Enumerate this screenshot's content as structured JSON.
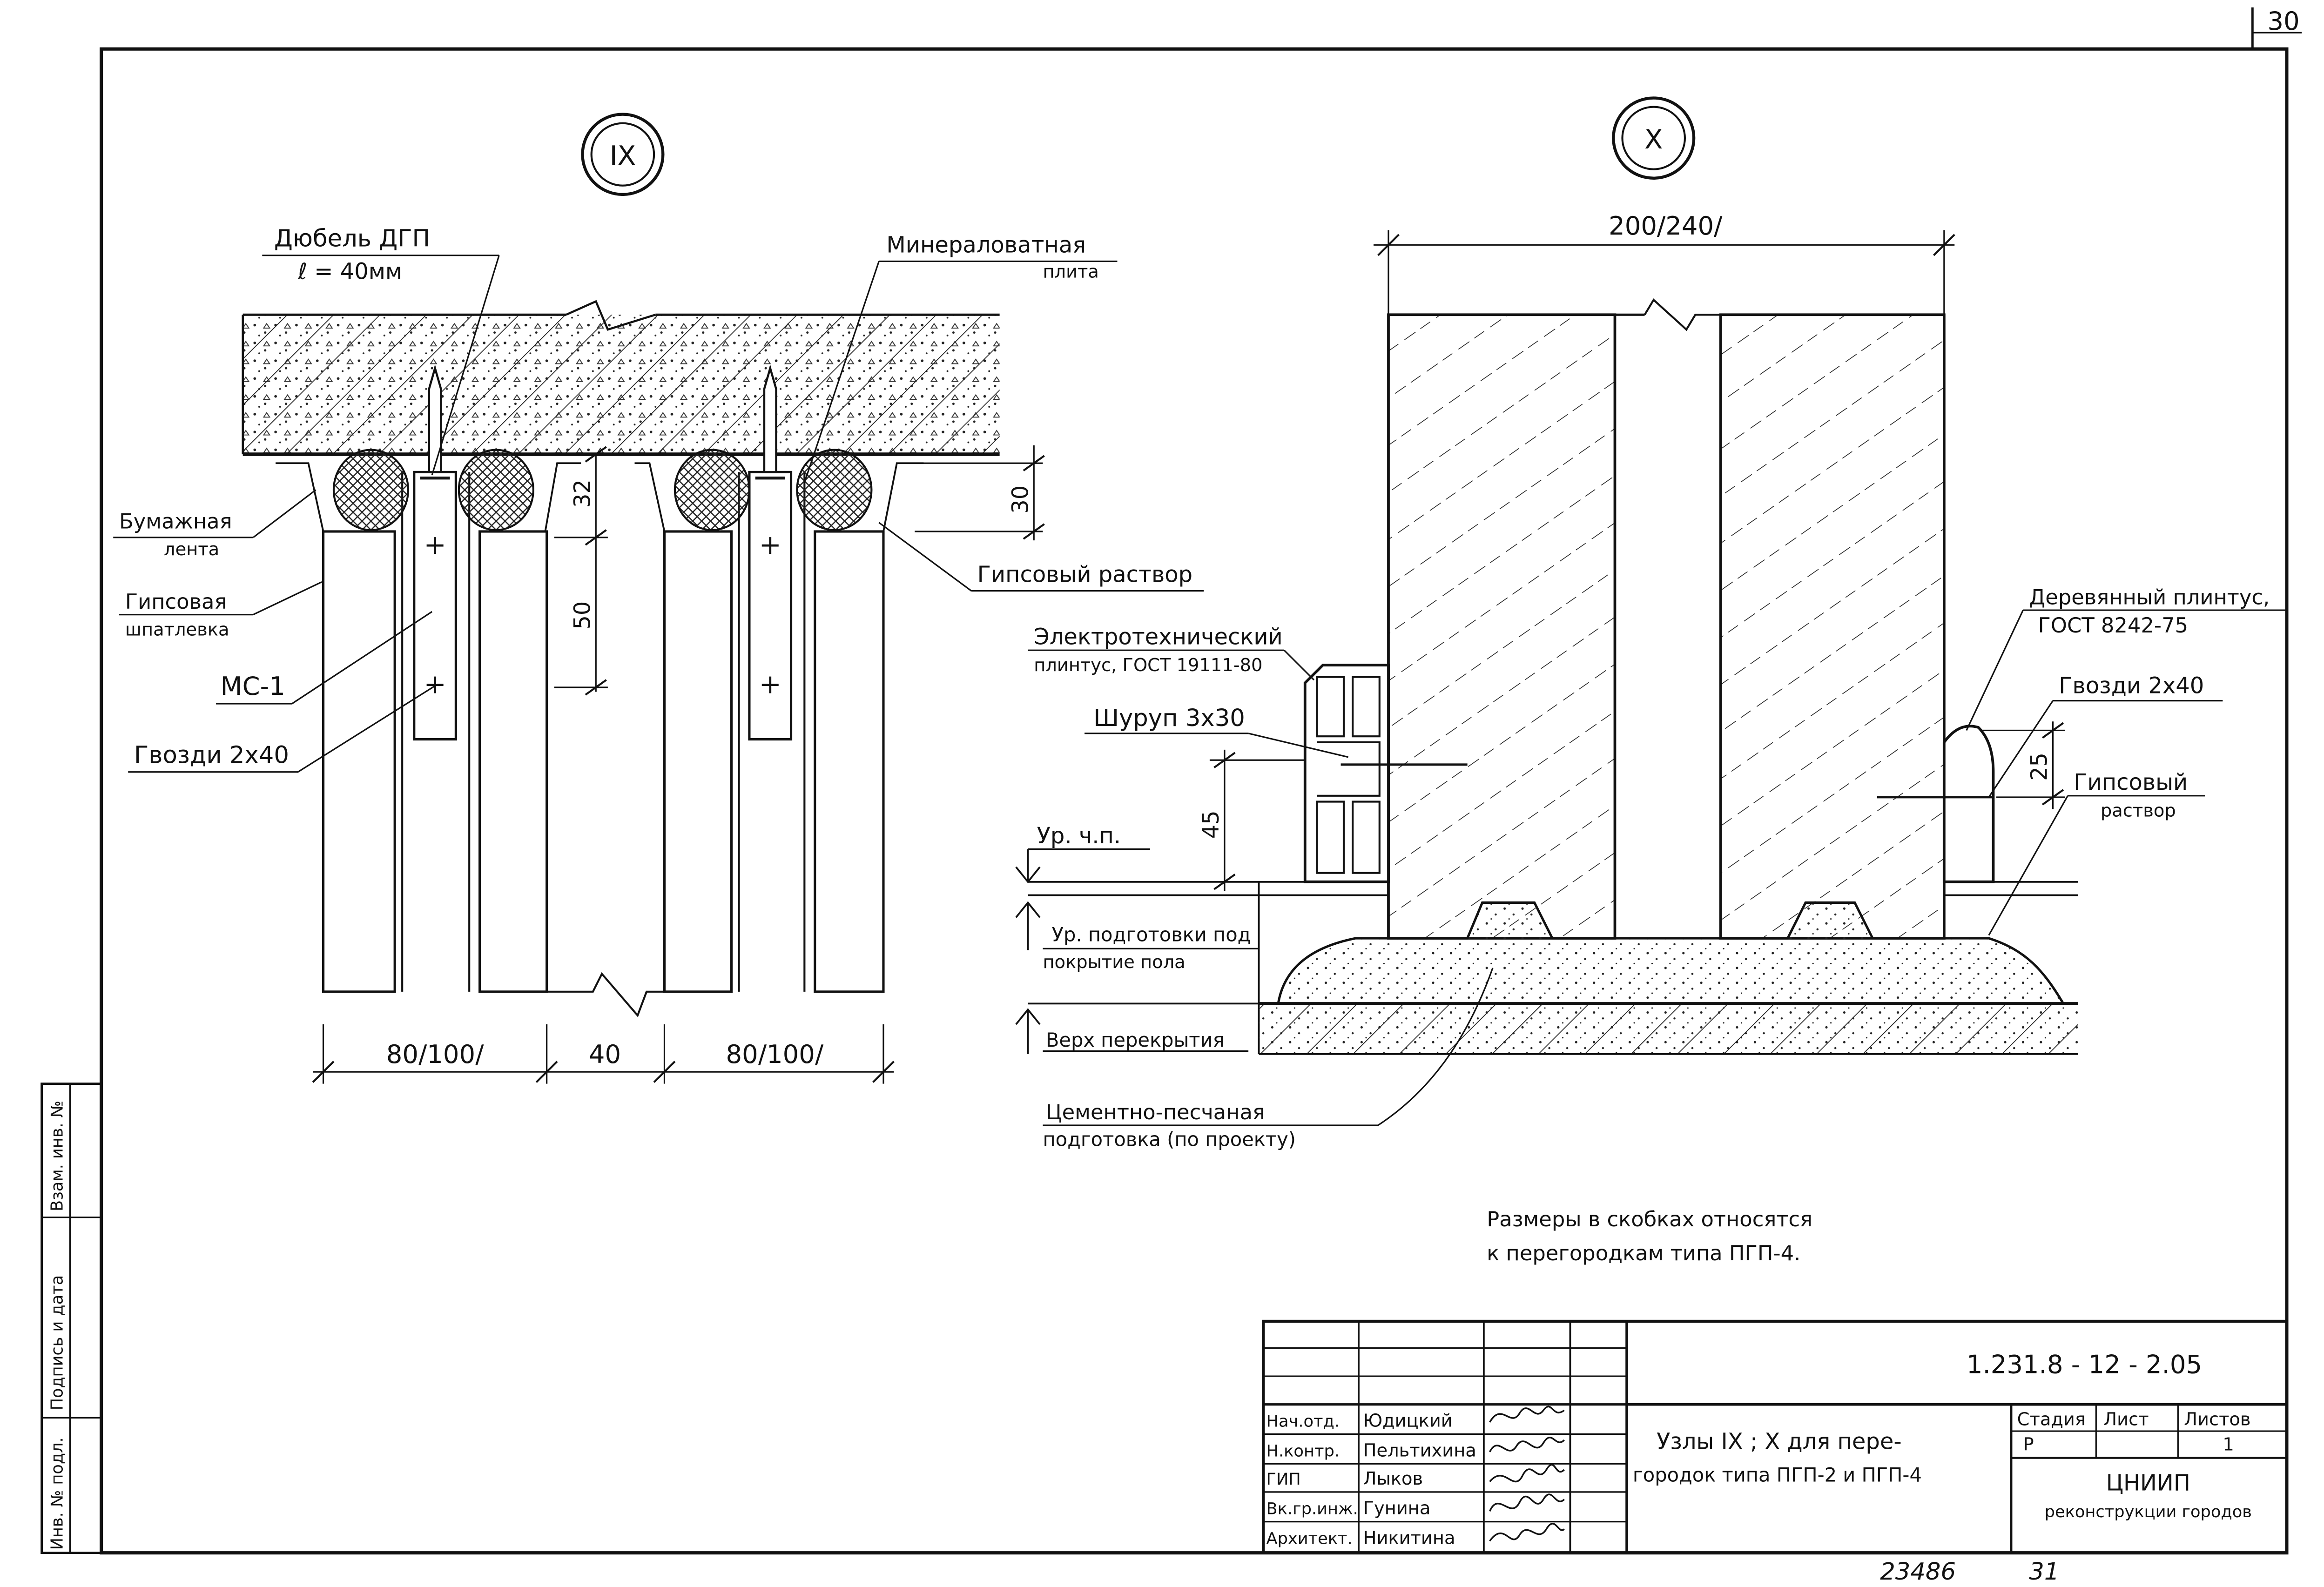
{
  "sheet_number": "30",
  "node_ix": {
    "marker": "IX",
    "dowel_label": "Дюбель ДГП",
    "dowel_length": "ℓ = 40мм",
    "mineral_label_1": "Минераловатная",
    "mineral_label_2": "плита",
    "paper_tape_1": "Бумажная",
    "paper_tape_2": "лента",
    "gypsum_putty_1": "Гипсовая",
    "gypsum_putty_2": "шпатлевка",
    "mc_label": "МС-1",
    "nails_label": "Гвозди 2х40",
    "gypsum_mortar": "Гипсовый раствор",
    "dim_32": "32",
    "dim_50": "50",
    "dim_30": "30",
    "dim_left": "80/100/",
    "dim_mid": "40",
    "dim_right": "80/100/"
  },
  "node_x": {
    "marker": "X",
    "width_dim": "200/240/",
    "electro_plinth_1": "Электротехнический",
    "electro_plinth_2": "плинтус, ГОСТ 19111-80",
    "screw_label": "Шуруп 3х30",
    "dim_45": "45",
    "floor_level": "Ур. ч.п.",
    "prep_level_1": "Ур. подготовки под",
    "prep_level_2": "покрытие пола",
    "slab_top": "Верх перекрытия",
    "cement_1": "Цементно-песчаная",
    "cement_2": "подготовка (по проекту)",
    "wood_plinth_1": "Деревянный плинтус,",
    "wood_plinth_2": "ГОСТ 8242-75",
    "nails_label": "Гвозди 2х40",
    "dim_25": "25",
    "gypsum_1": "Гипсовый",
    "gypsum_2": "раствор"
  },
  "note_1": "Размеры в скобках относятся",
  "note_2": "к перегородкам типа ПГП-4.",
  "side_stamp": [
    "Инв. № подл.",
    "Подпись и дата",
    "Взам. инв. №"
  ],
  "title_block": {
    "code": "1.231.8 - 12 - 2.05",
    "title_1": "Узлы IX ; X для пере-",
    "title_2": "городок типа ПГП-2 и ПГП-4",
    "stage_header": "Стадия",
    "sheet_header": "Лист",
    "sheets_header": "Листов",
    "stage_value": "Р",
    "sheet_value": "",
    "sheets_value": "1",
    "org_1": "ЦНИИП",
    "org_2": "реконструкции городов",
    "signers": [
      {
        "role": "Нач.отд.",
        "name": "Юдицкий"
      },
      {
        "role": "Н.контр.",
        "name": "Пельтихина"
      },
      {
        "role": "ГИП",
        "name": "Лыков"
      },
      {
        "role": "Вк.гр.инж.",
        "name": "Гунина"
      },
      {
        "role": "Архитект.",
        "name": "Никитина"
      }
    ]
  },
  "bottom_number": "23486",
  "bottom_number_2": "31"
}
